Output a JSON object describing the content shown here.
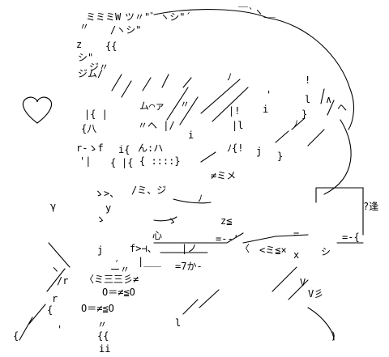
{
  "art": {
    "heart_color": "#000000",
    "text_color": "#000000",
    "background": "#ffffff",
    "fragments": [
      {
        "id": "f01",
        "text": "ミミミW"
      },
      {
        "id": "f02",
        "text": "ツ〃\"゛ヽシ\"´"
      },
      {
        "id": "f03",
        "text": "￣`ヽ__"
      },
      {
        "id": "f04",
        "text": "〃"
      },
      {
        "id": "f05",
        "text": "/ヽシ\""
      },
      {
        "id": "f06",
        "text": "z"
      },
      {
        "id": "f07",
        "text": "{{"
      },
      {
        "id": "f08",
        "text": "シ\""
      },
      {
        "id": "f09",
        "text": "ジ〃"
      },
      {
        "id": "f10",
        "text": "ジム/"
      },
      {
        "id": "f11",
        "text": "ム⌒ァ"
      },
      {
        "id": "f12",
        "text": "〃"
      },
      {
        "id": "f13",
        "text": "|{ |"
      },
      {
        "id": "f14",
        "text": "|!"
      },
      {
        "id": "f15",
        "text": "{八"
      },
      {
        "id": "f16",
        "text": "〃ヘ |/"
      },
      {
        "id": "f17",
        "text": "|l"
      },
      {
        "id": "f18",
        "text": "r-ゝf"
      },
      {
        "id": "f19",
        "text": "i{"
      },
      {
        "id": "f20",
        "text": "ん:ハ"
      },
      {
        "id": "f21",
        "text": "ﾉ{!"
      },
      {
        "id": "f22",
        "text": "'|"
      },
      {
        "id": "f23",
        "text": "{"
      },
      {
        "id": "f24",
        "text": "|{"
      },
      {
        "id": "f25",
        "text": "{ ::::}"
      },
      {
        "id": "f26",
        "text": "≠ミメ"
      },
      {
        "id": "f27",
        "text": "ゝ>、"
      },
      {
        "id": "f28",
        "text": "/ミ、ジ"
      },
      {
        "id": "f29",
        "text": "γ"
      },
      {
        "id": "f30",
        "text": "y"
      },
      {
        "id": "f31",
        "text": "?逢"
      },
      {
        "id": "f32",
        "text": "z≦"
      },
      {
        "id": "f33",
        "text": "ゝ"
      },
      {
        "id": "f34",
        "text": "ゝ"
      },
      {
        "id": "f35",
        "text": "心"
      },
      {
        "id": "f36",
        "text": "=-‐'"
      },
      {
        "id": "f37",
        "text": "="
      },
      {
        "id": "f38",
        "text": "=-{"
      },
      {
        "id": "f39",
        "text": "f>⊣、"
      },
      {
        "id": "f40",
        "text": "〈"
      },
      {
        "id": "f41",
        "text": "|ノ"
      },
      {
        "id": "f42",
        "text": "<ミ≦×"
      },
      {
        "id": "f43",
        "text": "シ"
      },
      {
        "id": "f44",
        "text": "x"
      },
      {
        "id": "f45",
        "text": "j"
      },
      {
        "id": "f46",
        "text": "´"
      },
      {
        "id": "f47",
        "text": "|___"
      },
      {
        "id": "f48",
        "text": "=7か‐"
      },
      {
        "id": "f49",
        "text": "/r"
      },
      {
        "id": "f50",
        "text": "ヽ"
      },
      {
        "id": "f51",
        "text": "ー〃"
      },
      {
        "id": "f52",
        "text": "〈ミ三三彡≠"
      },
      {
        "id": "f53",
        "text": "V"
      },
      {
        "id": "f54",
        "text": "V彡"
      },
      {
        "id": "f55",
        "text": "O＝≠≦O"
      },
      {
        "id": "f56",
        "text": "O＝≠≦O"
      },
      {
        "id": "f57",
        "text": "r"
      },
      {
        "id": "f58",
        "text": "{"
      },
      {
        "id": "f59",
        "text": "〃"
      },
      {
        "id": "f60",
        "text": "{{"
      },
      {
        "id": "f61",
        "text": "ii"
      },
      {
        "id": "f62",
        "text": "{"
      },
      {
        "id": "f63",
        "text": ")"
      },
      {
        "id": "f64",
        "text": "'"
      },
      {
        "id": "f65",
        "text": "ﾉ"
      },
      {
        "id": "f66",
        "text": "!"
      },
      {
        "id": "f67",
        "text": "l"
      },
      {
        "id": "f68",
        "text": "'"
      },
      {
        "id": "f69",
        "text": "∧"
      },
      {
        "id": "f70",
        "text": "ヘ"
      },
      {
        "id": "f71",
        "text": "i"
      },
      {
        "id": "f72",
        "text": "j"
      },
      {
        "id": "f73",
        "text": "ﾉ"
      },
      {
        "id": "f74",
        "text": "}"
      },
      {
        "id": "f75",
        "text": "}"
      },
      {
        "id": "f76",
        "text": "ﾉ"
      },
      {
        "id": "f77",
        "text": "i"
      },
      {
        "id": "f78",
        "text": "l"
      }
    ]
  }
}
